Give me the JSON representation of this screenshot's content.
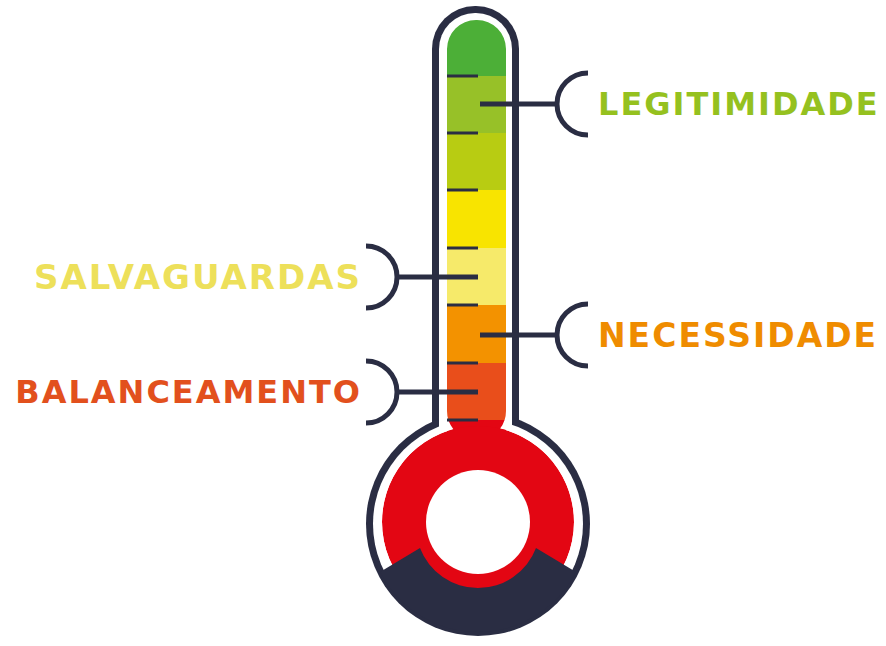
{
  "diagram": {
    "labels": [
      "LEGITIMIDADE",
      "SALVAGUARDAS",
      "NECESSIDADE",
      "BALANCEAMENTO"
    ]
  }
}
